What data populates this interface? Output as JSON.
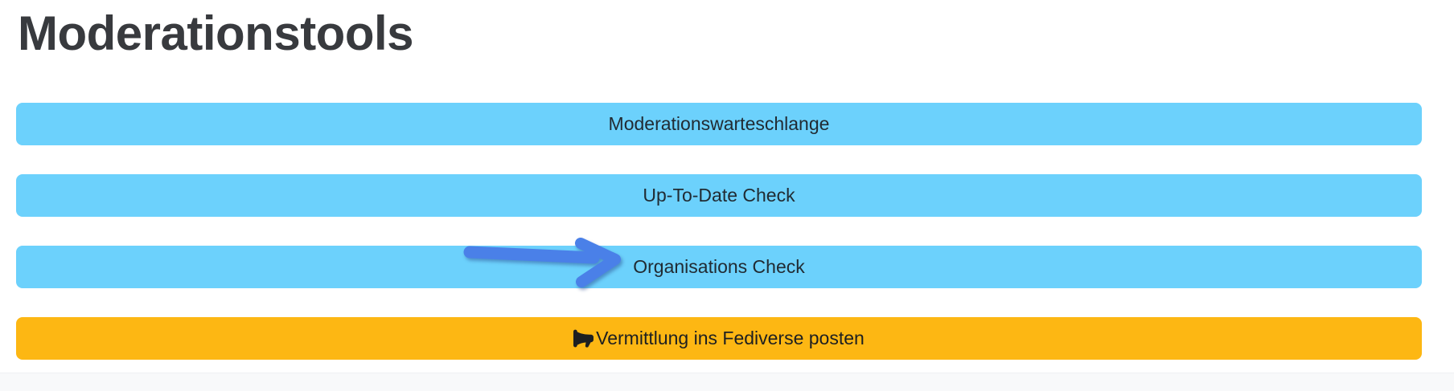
{
  "page": {
    "title": "Moderationstools"
  },
  "buttons": [
    {
      "label": "Moderationswarteschlange",
      "variant": "info"
    },
    {
      "label": "Up-To-Date Check",
      "variant": "info"
    },
    {
      "label": "Organisations Check",
      "variant": "info"
    },
    {
      "label": "Vermittlung ins Fediverse posten",
      "variant": "warning",
      "icon": "megaphone-icon"
    }
  ],
  "annotation": {
    "type": "arrow",
    "points_to": "Organisations Check",
    "color": "#4a80e8"
  },
  "colors": {
    "info_button_bg": "#6cd1fc",
    "warning_button_bg": "#fdb713",
    "button_text": "#212b33",
    "heading_text": "#383a3e",
    "footer_bg": "#f8f9fa",
    "arrow_blue": "#4a80e8"
  }
}
